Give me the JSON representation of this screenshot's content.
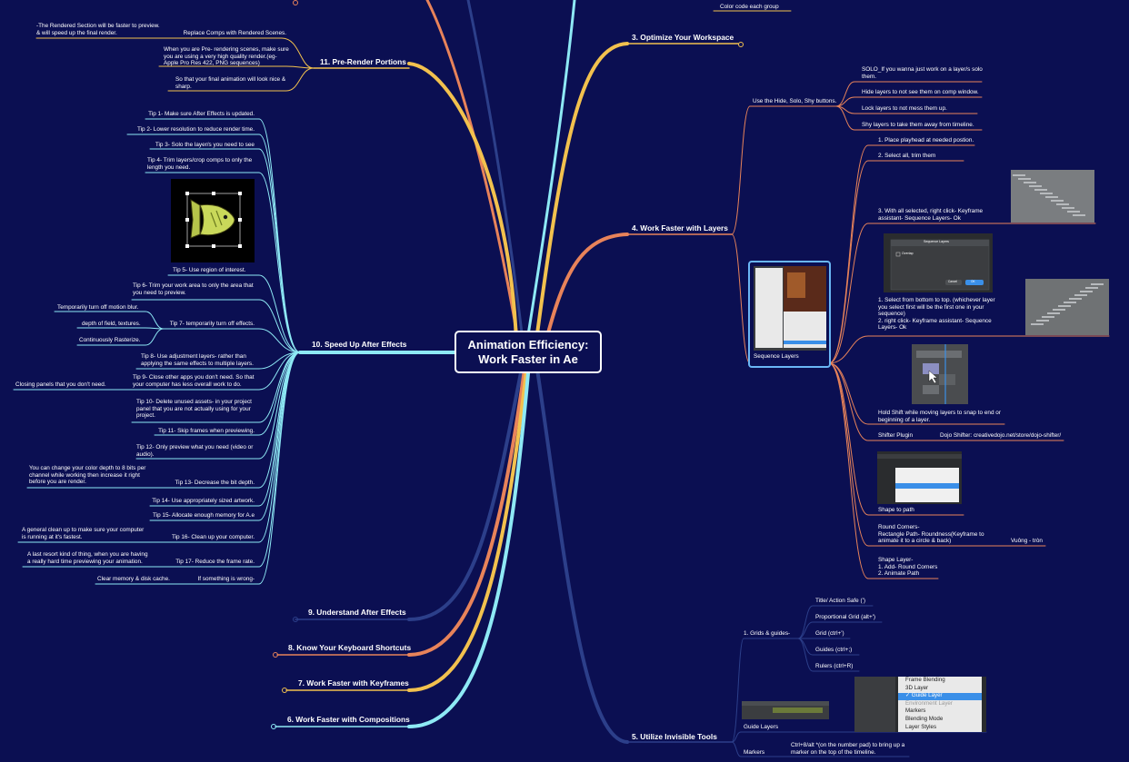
{
  "central": {
    "line1": "Animation Efficiency:",
    "line2": "Work Faster in Ae"
  },
  "colors": {
    "background": "#0b0f52",
    "cyan": "#8ee9f5",
    "yellow": "#f2c14e",
    "orange": "#e8835a",
    "blue": "#2c3f8a",
    "node_border": "#ffffff",
    "selection": "#3a8fe8"
  },
  "branches": {
    "b3": "3. Optimize Your Workspace",
    "b4": "4. Work Faster with Layers",
    "b5": "5. Utilize Invisible Tools",
    "b6": "6. Work Faster with Compositions",
    "b7": "7. Work Faster with Keyframes",
    "b8": "8. Know Your Keyboard Shortcuts",
    "b9": "9. Understand After Effects",
    "b10": "10. Speed Up After Effects",
    "b11": "11. Pre-Render Portions"
  },
  "b3_items": {
    "color_code": "Color code each group"
  },
  "b11_items": {
    "replace": "Replace Comps with Rendered Scenes.",
    "replace_note": "-The Rendered Section will be faster to preview.\n& will speed up the final render.",
    "quality": "When you are Pre- rendering scenes, make sure\nyou are using a very high quality render.(eg-\nApple Pro Res 422, PNG sequences)",
    "sharp": "So that your final animation will look nice &\nsharp."
  },
  "b10_items": {
    "tip1": "Tip 1- Make sure After Effects is updated.",
    "tip2": "Tip 2- Lower resolution to reduce render time.",
    "tip3": "Tip 3- Solo the layer/s you need to see",
    "tip4": "Tip 4- Trim layers/crop comps to only the\nlength you need.",
    "tip5": "Tip 5- Use region of interest.",
    "tip6": "Tip 6- Trim your work area to only the area that\nyou need to preview.",
    "tip7": "Tip 7- temporarily turn off effects.",
    "tip7_a": "Temporarily turn off motion blur.",
    "tip7_b": "depth of field, textures.",
    "tip7_c": "Continuously Rasterize.",
    "tip8": "Tip 8- Use adjustment layers- rather than\napplying the same effects to multiple layers.",
    "tip9": "Tip 9- Close other apps you don't need. So that\nyour computer has less overall work to do.",
    "tip9_a": "Closing panels that you don't need.",
    "tip10": "Tip 10- Delete unused assets- in your project\npanel that you are not actually using for your\nproject.",
    "tip11": "Tip 11- Skip frames when previewing.",
    "tip12": "Tip 12- Only preview what you need (video or\naudio).",
    "tip13": "Tip 13- Decrease the bit depth.",
    "tip13_a": "You can change your color depth to 8 bits per\nchannel while working then increase it right\nbefore you are render.",
    "tip14": "Tip 14- Use appropriately sized artwork.",
    "tip15": "Tip 15- Allocate enough memory for A.e",
    "tip16": "Tip 16- Clean up your computer.",
    "tip16_a": "A general clean up to make sure your computer\nis running at it's fastest.",
    "tip17": "Tip 17- Reduce the frame rate.",
    "tip17_a": "A last resort kind of thing, when you are having\na really hard time previewing your animation.",
    "wrong": "If something is wrong-",
    "wrong_a": "Clear memory & disk cache."
  },
  "b4_items": {
    "hide_solo_shy": "Use the Hide, Solo, Shy buttons.",
    "solo": "SOLO_If you wanna just work on a layer/s solo\nthem.",
    "hide": "Hide layers to not see them on comp window.",
    "lock": "Lock layers to not mess them up.",
    "shy": "Shy layers to take them away from timeline.",
    "seq1": "1. Place playhead at needed postion.",
    "seq2": "2. Select all, trim them",
    "seq3": "3. With all selected, right click- Keyframe\nassistant- Sequence Layers- Ok",
    "seq_bottom": "1. Select from bottom to top. (whichever layer\nyou select first will be the first one in your\nsequence)\n2. right click- Keyframe assistant- Sequence\nLayers- Ok",
    "shift": "Hold Shift while moving layers to snap to end or\nbeginning of a layer.",
    "shifter": "Shifter Plugin",
    "dojo": "Dojo Shifter: creativedojo.net/store/dojo-shifter/",
    "shape_to_path": "Shape to path",
    "round": "Round Corners-\nRectangle Path- Roundness(Keyframe to\nanimate it to a circle & back)",
    "vuong": "Vuông - tròn",
    "shape_layer": "Shape Layer-\n1. Add- Round Corners\n2. Animate Path",
    "sequence_layers": "Sequence Layers",
    "dialog_title": "Sequence Layers",
    "dialog_overlap": "Overlap",
    "dialog_cancel": "Cancel",
    "dialog_ok": "OK"
  },
  "b5_items": {
    "grids": "1. Grids & guides-",
    "title_safe": "Title/ Action Safe (')",
    "prop_grid": "Proportional Grid (alt+')",
    "grid": "Grid (ctrl+')",
    "guides": "Guides (ctrl+;)",
    "rulers": "Rulers (ctrl+R)",
    "guide_layers": "Guide Layers",
    "markers": "Markers",
    "markers_note": "Ctrl+8/alt *(on the number pad) to bring up a\nmarker on the top of the timeline.",
    "menu": [
      "Frame Blending",
      "3D Layer",
      "✓ Guide Layer",
      "Environment Layer",
      "Markers",
      "Blending Mode",
      "Layer Styles"
    ]
  }
}
